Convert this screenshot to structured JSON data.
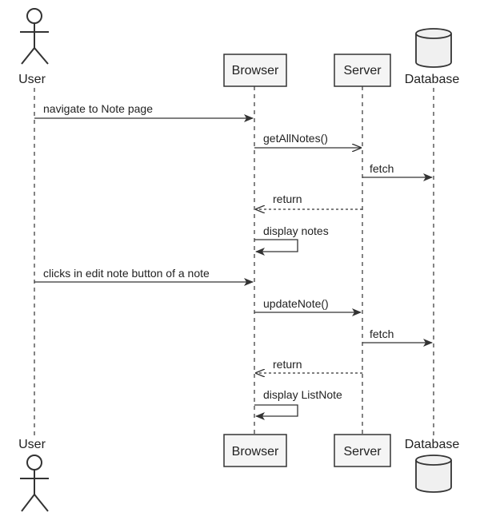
{
  "participants": {
    "user": "User",
    "browser": "Browser",
    "server": "Server",
    "database": "Database"
  },
  "messages": [
    {
      "text": "navigate to Note page"
    },
    {
      "text": "getAllNotes()"
    },
    {
      "text": "fetch"
    },
    {
      "text": "return"
    },
    {
      "text": "display notes"
    },
    {
      "text": "clicks in edit note button of a note"
    },
    {
      "text": "updateNote()"
    },
    {
      "text": "fetch"
    },
    {
      "text": "return"
    },
    {
      "text": "display ListNote"
    }
  ],
  "colors": {
    "stroke": "#333333",
    "box_fill": "#f5f5f5",
    "db_fill": "#f0f0f0"
  }
}
